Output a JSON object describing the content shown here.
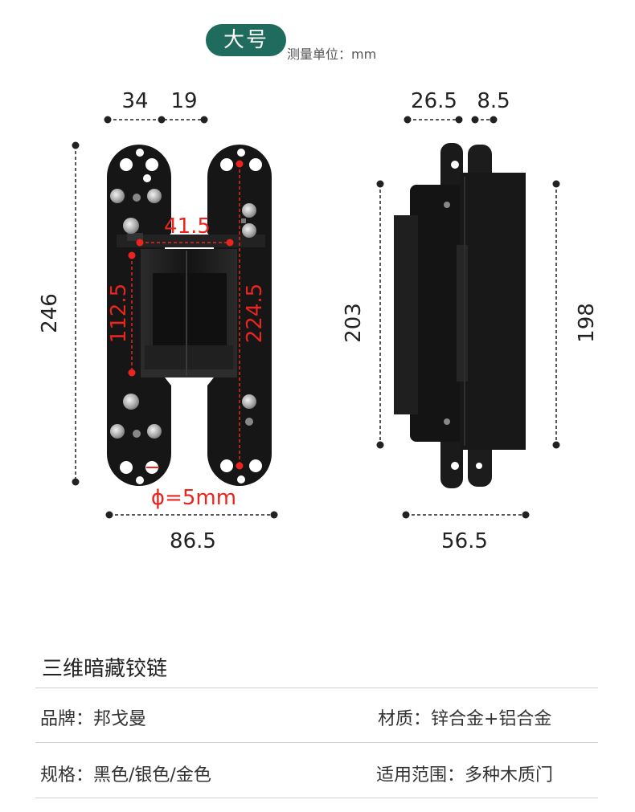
{
  "header": {
    "size_badge": "大号",
    "unit_note": "测量单位：mm"
  },
  "front_view": {
    "top_left_width": "34",
    "top_right_width": "19",
    "total_height": "246",
    "screw_spacing": "41.5",
    "left_hole_spacing": "112.5",
    "right_hole_spacing": "224.5",
    "hole_diameter": "ϕ=5mm",
    "total_width": "86.5"
  },
  "side_view": {
    "top_left_width": "26.5",
    "top_right_width": "8.5",
    "left_height": "203",
    "right_height": "198",
    "total_width": "56.5"
  },
  "colors": {
    "badge": "#1f6b5e",
    "annotation_red": "#e8261f",
    "hinge_body": "#1a1a1a"
  },
  "specs": {
    "title": "三维暗藏铰链",
    "brand": "品牌：邦戈曼",
    "material": "材质：锌合金+铝合金",
    "finish": "规格：黑色/银色/金色",
    "usage": "适用范围：多种木质门"
  }
}
